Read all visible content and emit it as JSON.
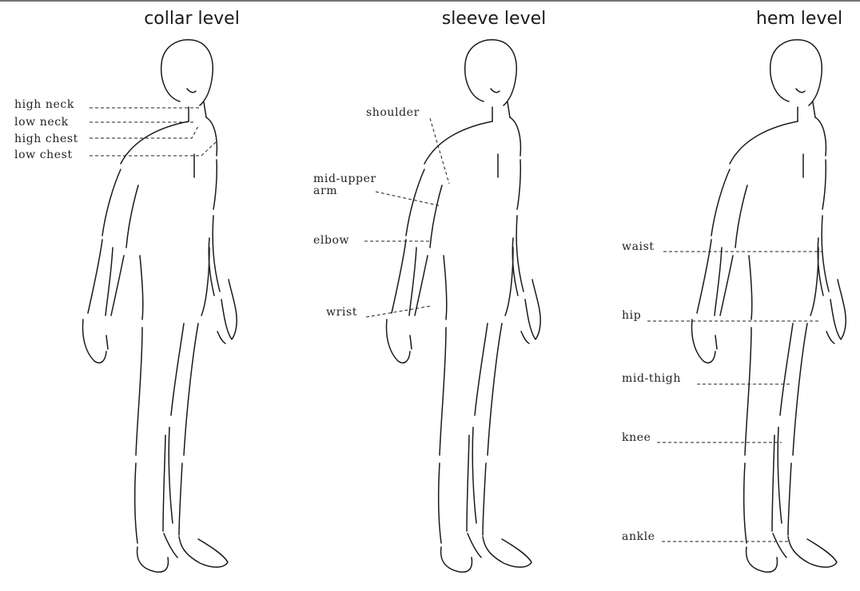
{
  "panels": [
    {
      "title": "collar level",
      "labels": [
        "high neck",
        "low neck",
        "high chest",
        "low chest"
      ]
    },
    {
      "title": "sleeve level",
      "labels": [
        "shoulder",
        "mid-upper",
        "arm",
        "elbow",
        "wrist"
      ]
    },
    {
      "title": "hem level",
      "labels": [
        "waist",
        "hip",
        "mid-thigh",
        "knee",
        "ankle"
      ]
    }
  ]
}
